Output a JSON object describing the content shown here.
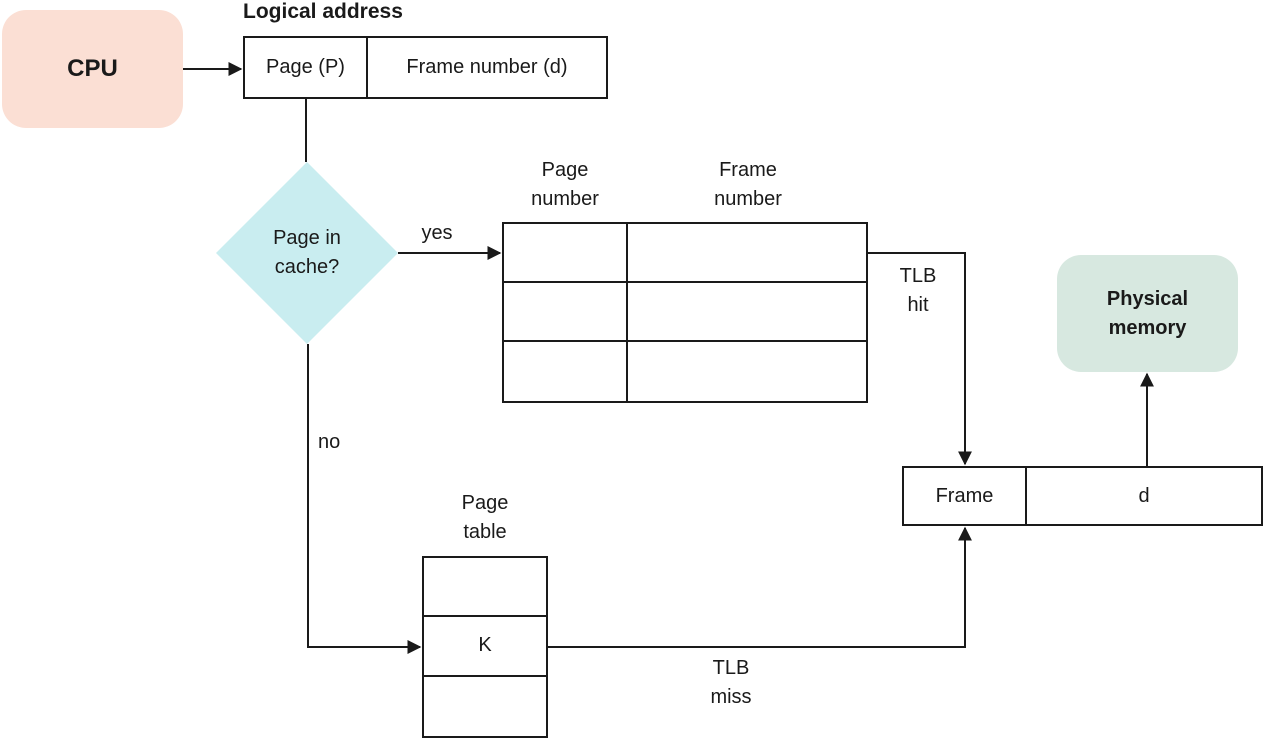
{
  "cpu": {
    "label": "CPU"
  },
  "logical_address": {
    "title": "Logical address",
    "page_cell": "Page (P)",
    "frame_cell": "Frame number (d)"
  },
  "decision": {
    "question": "Page in cache?",
    "yes_label": "yes",
    "no_label": "no"
  },
  "tlb_table": {
    "page_header": "Page number",
    "frame_header": "Frame number",
    "rows": [
      {
        "page": "",
        "frame": ""
      },
      {
        "page": "",
        "frame": ""
      },
      {
        "page": "",
        "frame": ""
      }
    ],
    "hit_label": "TLB hit",
    "miss_label": "TLB miss"
  },
  "page_table": {
    "title": "Page table",
    "cells": [
      "",
      "K",
      ""
    ]
  },
  "physical_address": {
    "frame_cell": "Frame",
    "d_cell": "d"
  },
  "physical_memory": {
    "label": "Physical memory"
  },
  "colors": {
    "cpu_fill": "#fbdfd4",
    "decision_fill": "#c9edf0",
    "memory_fill": "#d7e8e0",
    "line": "#1a1a1a",
    "text": "#1a1a1a"
  }
}
